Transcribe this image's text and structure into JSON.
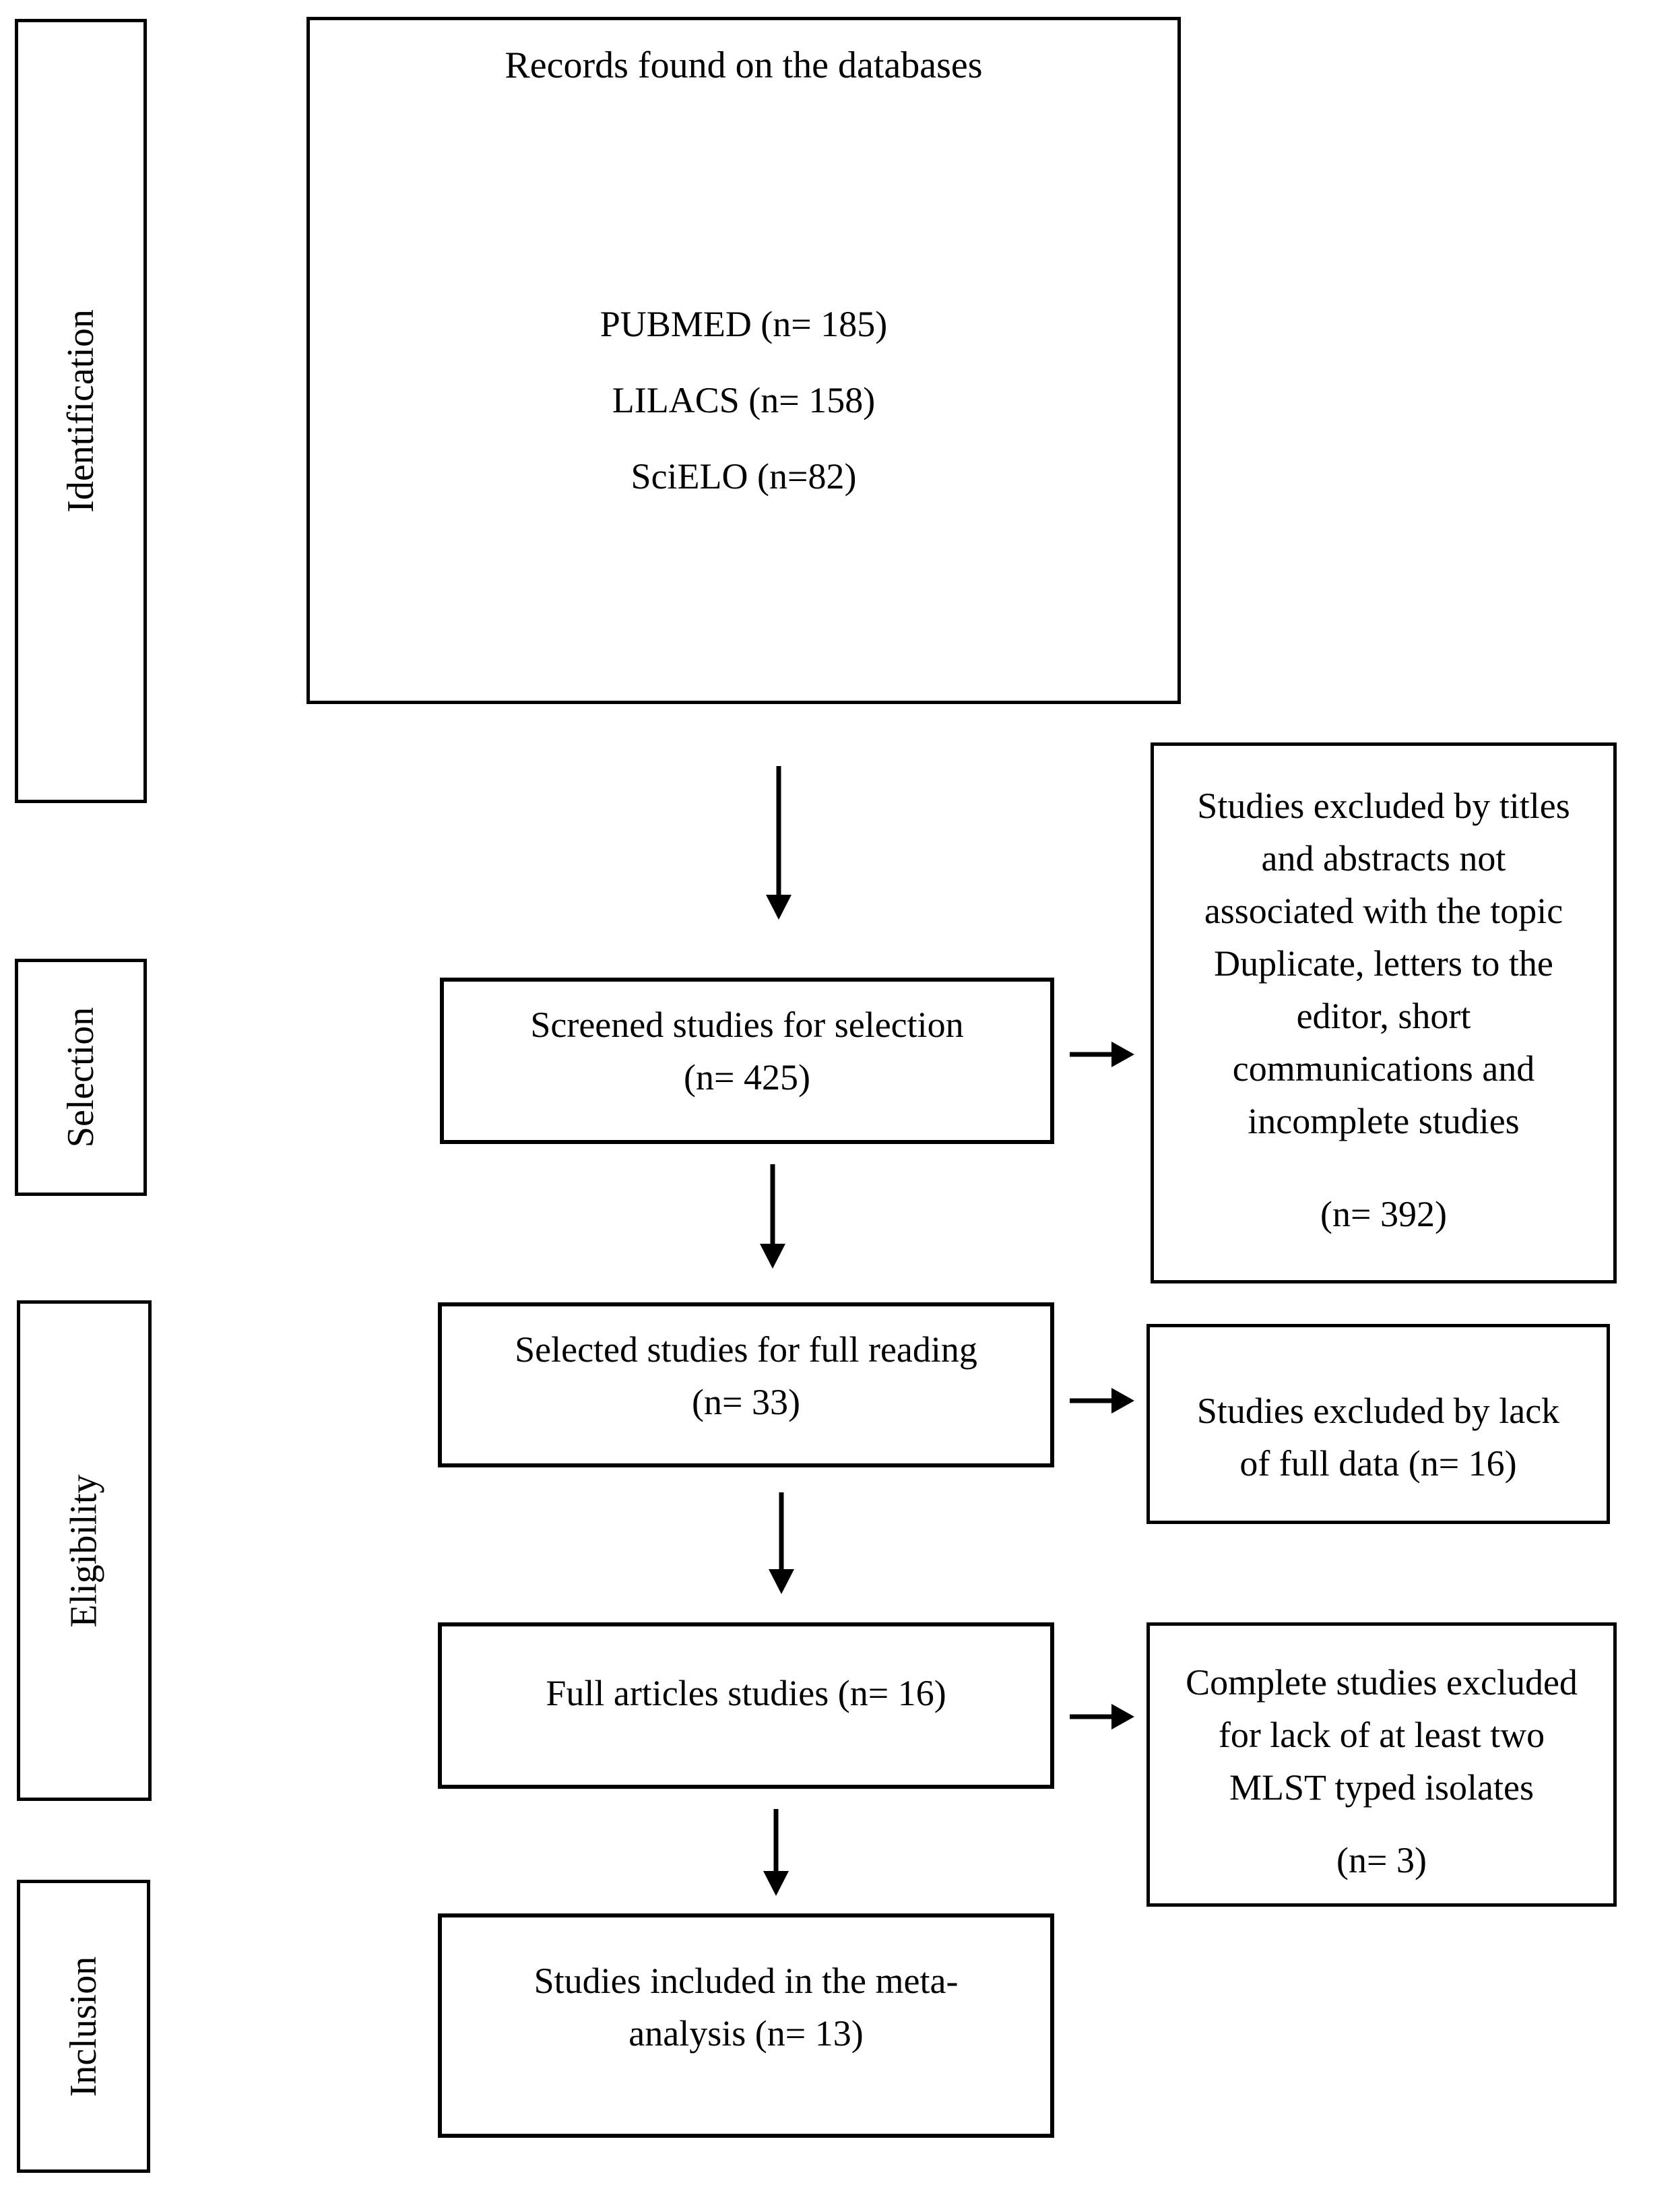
{
  "figure": {
    "stages": [
      {
        "label": "Identification"
      },
      {
        "label": "Selection"
      },
      {
        "label": "Eligibility"
      },
      {
        "label": "Inclusion"
      }
    ],
    "flow": {
      "records": {
        "title": "Records found on the databases",
        "databases": "PUBMED (n= 185)\nLILACS (n= 158)\nSciELO (n=82)"
      },
      "screened": "Screened studies for selection\n(n= 425)",
      "selected": "Selected studies for full reading\n(n= 33)",
      "full_articles": "Full articles studies (n= 16)",
      "included": "Studies included in the meta-\nanalysis (n= 13)"
    },
    "exclusions": {
      "titles_abstracts": {
        "body": "Studies excluded by titles\nand abstracts not\nassociated with the topic\nDuplicate, letters to the\neditor, short\ncommunications and\nincomplete studies",
        "count": "(n= 392)"
      },
      "full_data": "Studies excluded by lack\nof full data (n= 16)",
      "mlst": {
        "body": "Complete studies excluded\nfor lack of at least two\nMLST typed isolates",
        "count": "(n= 3)"
      }
    },
    "colors": {
      "line": "#000000",
      "fill": "#ffffff",
      "text": "#000000"
    }
  }
}
